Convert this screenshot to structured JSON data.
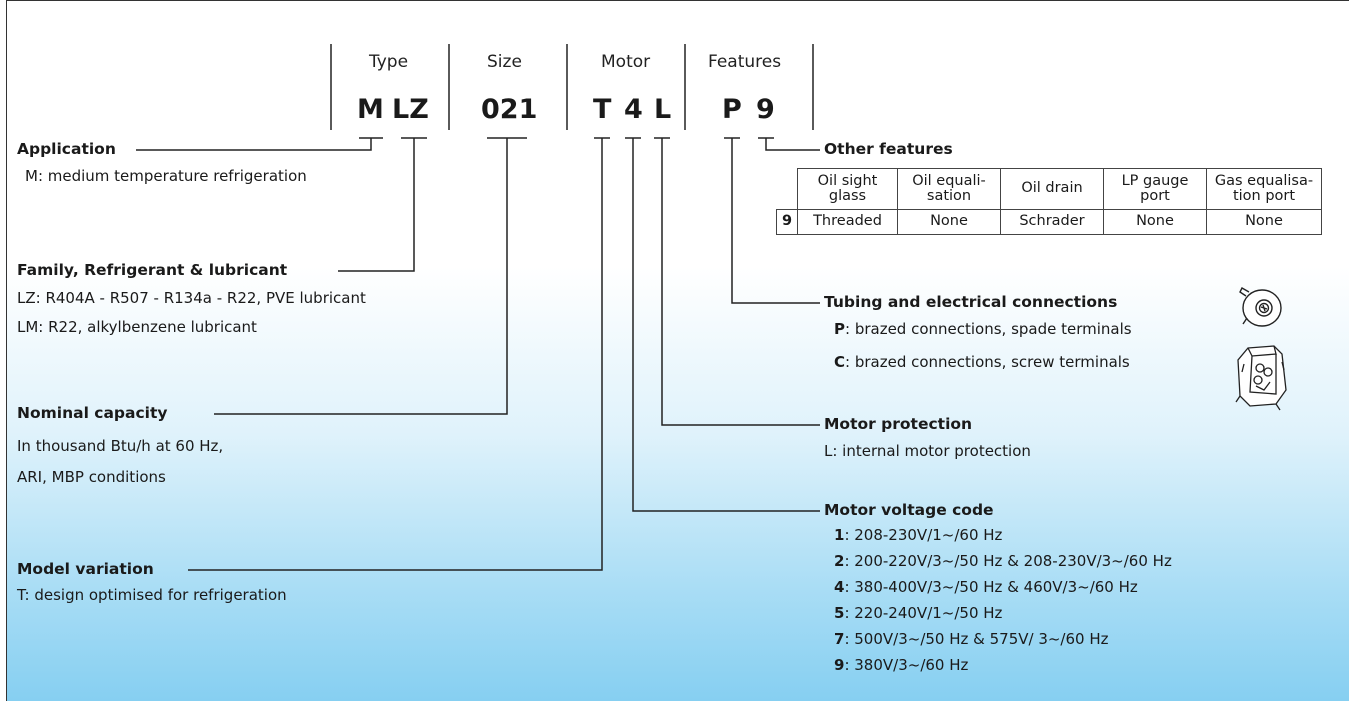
{
  "header": {
    "type": "Type",
    "size": "Size",
    "motor": "Motor",
    "features": "Features"
  },
  "code": {
    "m": "M",
    "lz": "LZ",
    "size": "021",
    "t": "T",
    "four": "4",
    "l": "L",
    "p": "P",
    "nine": "9"
  },
  "application": {
    "title": "Application",
    "lines": [
      "M: medium temperature refrigeration"
    ]
  },
  "family": {
    "title": "Family, Refrigerant & lubricant",
    "lines": [
      "LZ: R404A - R507 - R134a - R22, PVE lubricant",
      "LM: R22, alkylbenzene lubricant"
    ]
  },
  "capacity": {
    "title": "Nominal capacity",
    "lines": [
      "In thousand Btu/h at 60 Hz,",
      "ARI, MBP conditions"
    ]
  },
  "model": {
    "title": "Model variation",
    "lines": [
      "T: design optimised for refrigeration"
    ]
  },
  "other_features": {
    "title": "Other features",
    "columns": [
      "Oil sight glass",
      "Oil equali-sation",
      "Oil drain",
      "LP gauge port",
      "Gas equalisa-tion port"
    ],
    "row": {
      "key": "9",
      "values": [
        "Threaded",
        "None",
        "Schrader",
        "None",
        "None"
      ]
    }
  },
  "tubing": {
    "title": "Tubing and electrical connections",
    "items": [
      {
        "code": "P",
        "text": ": brazed connections, spade terminals"
      },
      {
        "code": "C",
        "text": ": brazed connections, screw terminals"
      }
    ]
  },
  "motor_protection": {
    "title": "Motor protection",
    "lines": [
      "L: internal motor protection"
    ]
  },
  "voltage": {
    "title": "Motor voltage code",
    "items": [
      {
        "code": "1",
        "text": ": 208-230V/1~/60 Hz"
      },
      {
        "code": "2",
        "text": ": 200-220V/3~/50 Hz & 208-230V/3~/60 Hz"
      },
      {
        "code": "4",
        "text": ": 380-400V/3~/50 Hz & 460V/3~/60 Hz"
      },
      {
        "code": "5",
        "text": ": 220-240V/1~/50 Hz"
      },
      {
        "code": "7",
        "text": ": 500V/3~/50 Hz & 575V/ 3~/60 Hz"
      },
      {
        "code": "9",
        "text": ": 380V/3~/60 Hz"
      }
    ]
  },
  "icons": [
    "spade-terminal-box-icon",
    "screw-terminal-box-icon"
  ],
  "colors": {
    "background_top": "#ffffff",
    "background_bottom": "#86cff1",
    "line": "#222222"
  }
}
